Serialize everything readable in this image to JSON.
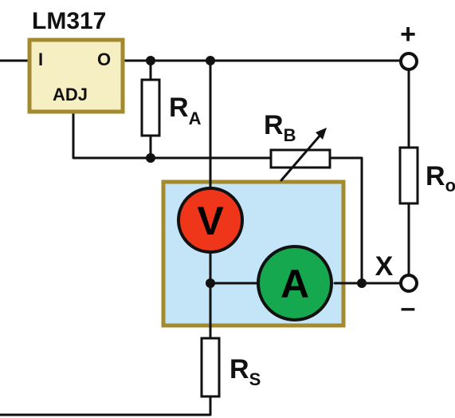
{
  "regulator": {
    "name": "LM317",
    "pin_in": "I",
    "pin_out": "O",
    "pin_adj": "ADJ"
  },
  "resistors": {
    "ra": {
      "main": "R",
      "sub": "A"
    },
    "rb": {
      "main": "R",
      "sub": "B"
    },
    "ro": {
      "main": "R",
      "sub": "o"
    },
    "rs": {
      "main": "R",
      "sub": "S"
    }
  },
  "meters": {
    "voltmeter": "V",
    "ammeter": "A"
  },
  "terminals": {
    "plus": "+",
    "minus": "–",
    "test_point": "X"
  },
  "colors": {
    "regulator_fill": "#f7efc4",
    "frame_stroke": "#a38a2c",
    "meter_box_fill": "#c4e4f8",
    "voltmeter_fill": "#f0361a",
    "ammeter_fill": "#16a84e",
    "test_point": "#ff2ee0"
  }
}
